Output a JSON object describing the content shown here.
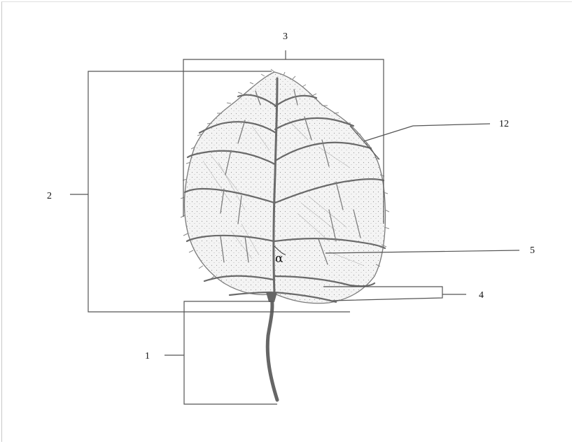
{
  "labels": {
    "petiole": "1",
    "blade_length": "2",
    "blade_width": "3",
    "basal_lobe": "4",
    "secondary_vein": "5",
    "teeth": "12",
    "angle": "α"
  },
  "colors": {
    "vein": "#6a6a6a",
    "stipple": "#9a9a9a",
    "bracket": "#555555"
  }
}
